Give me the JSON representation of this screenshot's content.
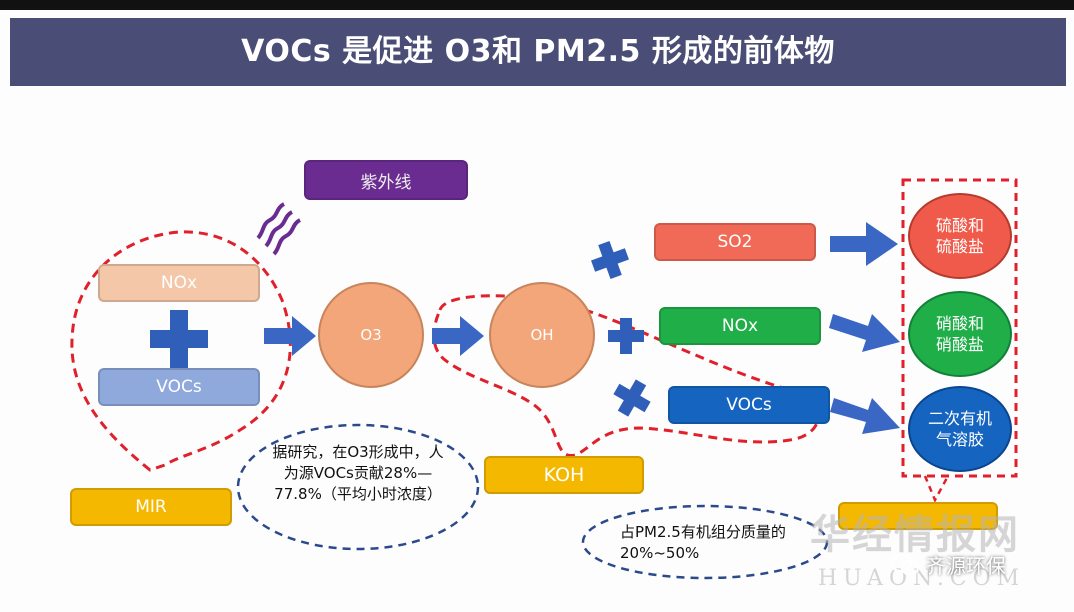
{
  "title": "VOCs 是促进 O3和 PM2.5 形成的前体物",
  "boxes": {
    "uv": "紫外线",
    "nox_top": "NOx",
    "vocs_left": "VOCs",
    "mir": "MIR",
    "koh": "KOH",
    "so2": "SO2",
    "nox_mid": "NOx",
    "vocs_right": "VOCs"
  },
  "circles": {
    "o3": "O3",
    "oh": "OH",
    "sulfate": "硫酸和硫酸盐",
    "nitrate": "硝酸和硝酸盐",
    "soa": "二次有机气溶胶"
  },
  "notes": {
    "research": "据研究，在O3形成中，人为源VOCs贡献28%—77.8%（平均小时浓度）",
    "pm": "占PM2.5有机组分质量的20%~50%"
  },
  "watermark": {
    "cn": "华经情报网",
    "en": "HUAON.COM",
    "wechat": "齐源环保"
  },
  "colors": {
    "title_bg": "#4a4d76",
    "uv": "#6a2c91",
    "nox_top": "#f4c7a8",
    "vocs_left": "#8fa9dc",
    "mir": "#f5b800",
    "koh": "#f5b800",
    "so2": "#f06a57",
    "nox_mid": "#1fae48",
    "vocs_right": "#1565c0",
    "o3": "#f2a679",
    "oh": "#f2a679",
    "sulfate": "#ef5a4a",
    "nitrate": "#1fae48",
    "soa": "#1565c0",
    "arrow": "#3a66c4",
    "dashed_red": "#e0202a",
    "dashed_blue": "#2a4a8c"
  }
}
